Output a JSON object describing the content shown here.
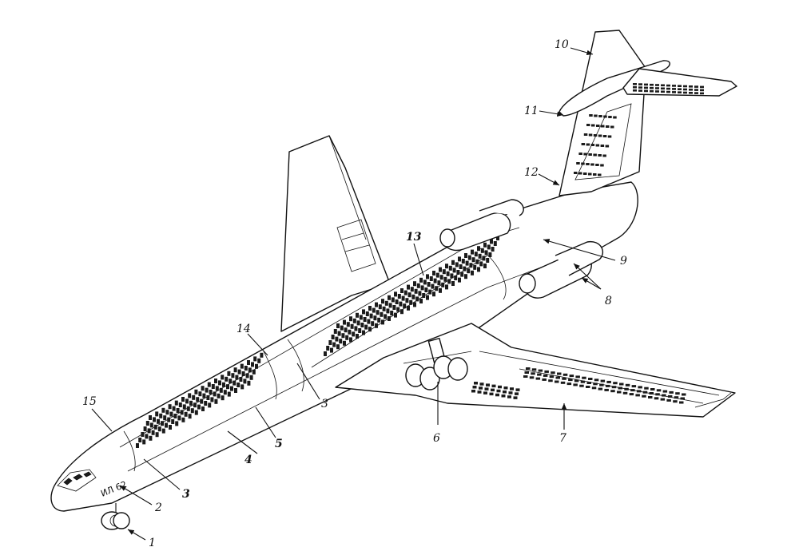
{
  "figure": {
    "registration": "ИЛ 62",
    "callouts": [
      {
        "id": "c1",
        "label": "1"
      },
      {
        "id": "c2",
        "label": "2"
      },
      {
        "id": "c3a",
        "label": "3"
      },
      {
        "id": "c3b",
        "label": "3"
      },
      {
        "id": "c4",
        "label": "4"
      },
      {
        "id": "c5",
        "label": "5"
      },
      {
        "id": "c6",
        "label": "6"
      },
      {
        "id": "c7",
        "label": "7"
      },
      {
        "id": "c8",
        "label": "8"
      },
      {
        "id": "c9",
        "label": "9"
      },
      {
        "id": "c10",
        "label": "10"
      },
      {
        "id": "c11",
        "label": "11"
      },
      {
        "id": "c12",
        "label": "12"
      },
      {
        "id": "c13",
        "label": "13"
      },
      {
        "id": "c14",
        "label": "14"
      },
      {
        "id": "c15",
        "label": "15"
      }
    ]
  }
}
